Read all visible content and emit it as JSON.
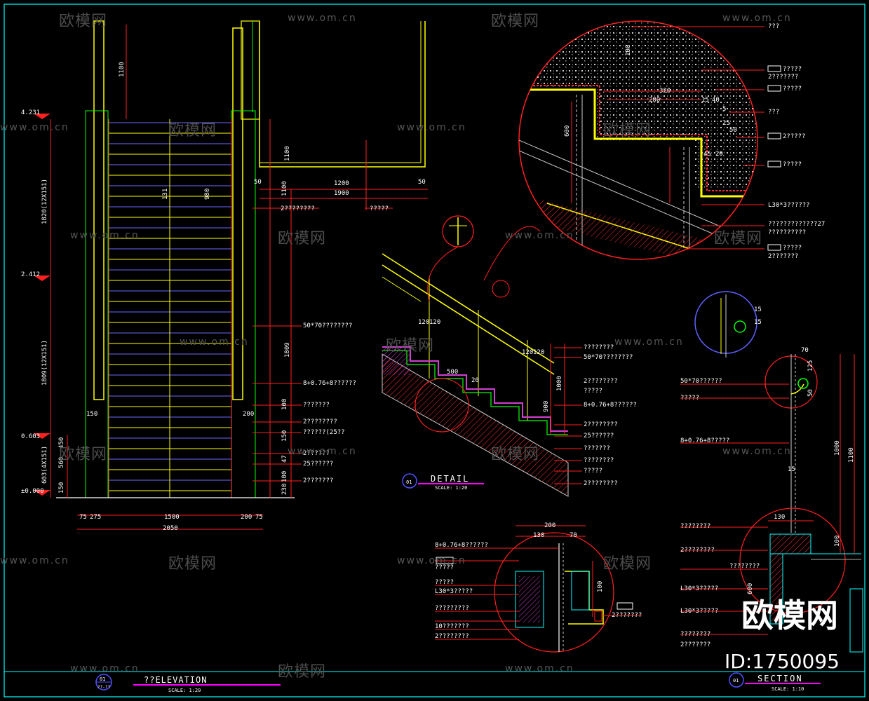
{
  "title_blocks": [
    {
      "mark": "01",
      "sheet": "??-??",
      "title": "??ELEVATION",
      "scale": "SCALE: 1:20"
    },
    {
      "mark": "01",
      "title": "DETAIL",
      "scale": "SCALE: 1:20"
    },
    {
      "mark": "01",
      "title": "SECTION",
      "scale": "SCALE: 1:10"
    }
  ],
  "elevation": {
    "levels": [
      "4.231",
      "2.412",
      "0.603",
      "±0.000"
    ],
    "left_dims": [
      "1820(12X151)",
      "1809(12X151)",
      "450",
      "560",
      "603(4X151)",
      "150"
    ],
    "top_dims": [
      "1100",
      "1100",
      "131",
      "980"
    ],
    "bottom_dims": [
      "75",
      "275",
      "1500",
      "200",
      "75",
      "2050"
    ],
    "right_dims": [
      "1100",
      "1809",
      "50",
      "1200",
      "1900",
      "50",
      "100",
      "200",
      "47",
      "150",
      "150",
      "100",
      "230"
    ],
    "notes": [
      "2????????",
      "?????",
      "50*70????????",
      "8+0.76+8??????",
      "???????",
      "2????????",
      "??????(25??",
      "2??????",
      "25??????",
      "2???????"
    ]
  },
  "detail": {
    "dims": [
      "120",
      "120",
      "120",
      "120",
      "20",
      "1000",
      "900",
      "500"
    ],
    "notes": [
      "????????",
      "50*70????????",
      "8+0.76+8??????",
      "2????????",
      "25??????",
      "???????",
      "????????",
      "?????",
      "2????????",
      "2????????",
      "?????"
    ]
  },
  "zoom_top": {
    "dims": [
      "100",
      "320",
      "280",
      "15",
      "40",
      "5",
      "25",
      "600",
      "45",
      "20",
      "50"
    ],
    "notes": [
      "???",
      "?????",
      "2???????",
      "???",
      "?????",
      "2?????",
      "?????",
      "L30*3??????",
      "?????????????27",
      "??????????",
      "?????",
      "2???????"
    ]
  },
  "section": {
    "dims": [
      "70",
      "125",
      "15",
      "50",
      "1000",
      "1100",
      "130",
      "100",
      "600",
      "15",
      "15"
    ],
    "notes": [
      "50*70??????",
      "?????",
      "8+0.76+8?????",
      "????????",
      "2????????",
      "????????",
      "L30*3?????",
      "L30*3?????",
      "????????",
      "2???????"
    ]
  },
  "baluster_detail": {
    "dims": [
      "200",
      "130",
      "70",
      "100"
    ],
    "notes": [
      "8+0.76+8??????",
      "?????",
      "?????",
      "L30*3?????",
      "?????????",
      "10???????",
      "2????????",
      "2???????"
    ]
  },
  "watermark": {
    "name": "欧模网",
    "url": "www.om.cn"
  },
  "brand": {
    "name": "欧模网",
    "id": "ID:1750095"
  },
  "colors": {
    "background": "#000000",
    "yellow": "#ffff00",
    "red": "#ff0000",
    "cyan": "#00ffff",
    "green": "#00ff00",
    "magenta": "#ff00ff",
    "white": "#ffffff",
    "blue": "#5050ff"
  }
}
